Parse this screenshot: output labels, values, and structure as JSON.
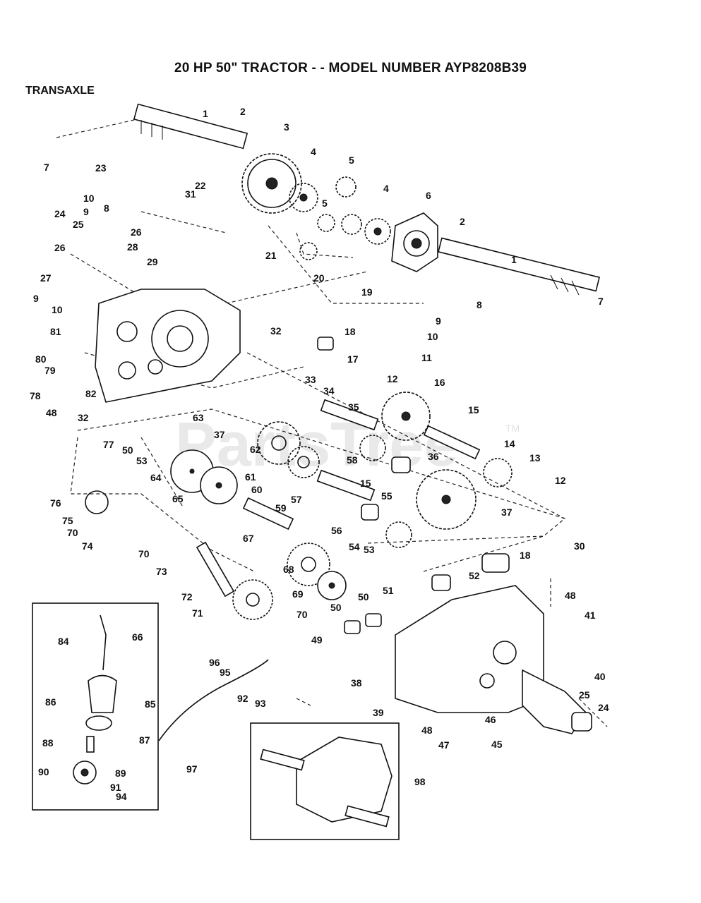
{
  "header": {
    "title": "20 HP 50\" TRACTOR - - MODEL NUMBER AYP8208B39",
    "section": "TRANSAXLE"
  },
  "watermark": {
    "text": "PartsTree",
    "tm": "TM"
  },
  "callouts": [
    "1",
    "2",
    "3",
    "4",
    "5",
    "4",
    "5",
    "6",
    "2",
    "1",
    "7",
    "7",
    "23",
    "22",
    "10",
    "8",
    "9",
    "24",
    "25",
    "26",
    "26",
    "28",
    "29",
    "27",
    "10",
    "9",
    "31",
    "32",
    "81",
    "21",
    "20",
    "19",
    "8",
    "9",
    "10",
    "18",
    "11",
    "17",
    "80",
    "79",
    "78",
    "48",
    "82",
    "32",
    "33",
    "34",
    "12",
    "16",
    "35",
    "63",
    "37",
    "15",
    "15",
    "77",
    "50",
    "53",
    "62",
    "58",
    "36",
    "14",
    "13",
    "64",
    "65",
    "61",
    "60",
    "57",
    "55",
    "12",
    "76",
    "75",
    "70",
    "74",
    "59",
    "56",
    "37",
    "70",
    "73",
    "67",
    "54",
    "53",
    "18",
    "30",
    "72",
    "71",
    "68",
    "69",
    "70",
    "51",
    "52",
    "50",
    "50",
    "48",
    "49",
    "41",
    "84",
    "66",
    "96",
    "95",
    "92",
    "93",
    "86",
    "85",
    "38",
    "40",
    "39",
    "25",
    "24",
    "46",
    "48",
    "47",
    "45",
    "87",
    "88",
    "89",
    "90",
    "97",
    "91",
    "94",
    "98"
  ],
  "colors": {
    "ink": "#111111",
    "background": "#ffffff",
    "watermark": "#e9e9e9"
  }
}
